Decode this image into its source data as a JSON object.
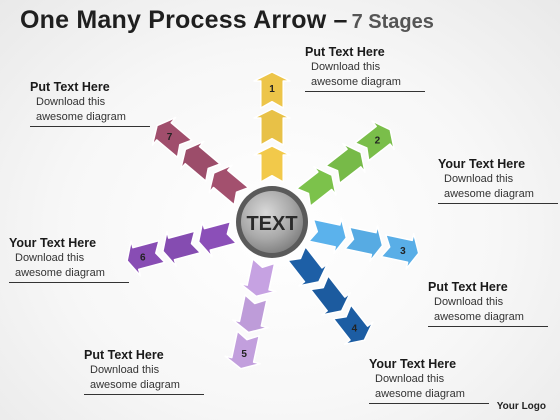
{
  "title": {
    "main": "One Many Process Arrow –",
    "sub": "7 Stages"
  },
  "center_text": "TEXT",
  "stages": [
    {
      "num": "1",
      "color": "#F2C94A",
      "heading": "Put Text Here",
      "line1": "Download this",
      "line2": "awesome diagram"
    },
    {
      "num": "2",
      "color": "#7CC24B",
      "heading": "Put Text Here",
      "line1": "Download this",
      "line2": "awesome diagram"
    },
    {
      "num": "3",
      "color": "#5BB2EC",
      "heading": "Your Text Here",
      "line1": "Download this",
      "line2": "awesome diagram"
    },
    {
      "num": "4",
      "color": "#1D5FA6",
      "heading": "Put Text Here",
      "line1": "Download this",
      "line2": "awesome diagram"
    },
    {
      "num": "5",
      "color": "#C6A2E2",
      "heading": "Your Text Here",
      "line1": "Download this",
      "line2": "awesome diagram"
    },
    {
      "num": "6",
      "color": "#8B4FB8",
      "heading": "Put Text Here",
      "line1": "Download this",
      "line2": "awesome diagram"
    },
    {
      "num": "7",
      "color": "#A3506E",
      "heading": "Your Text Here",
      "line1": "Download this",
      "line2": "awesome diagram"
    }
  ],
  "logo": "Your Logo"
}
